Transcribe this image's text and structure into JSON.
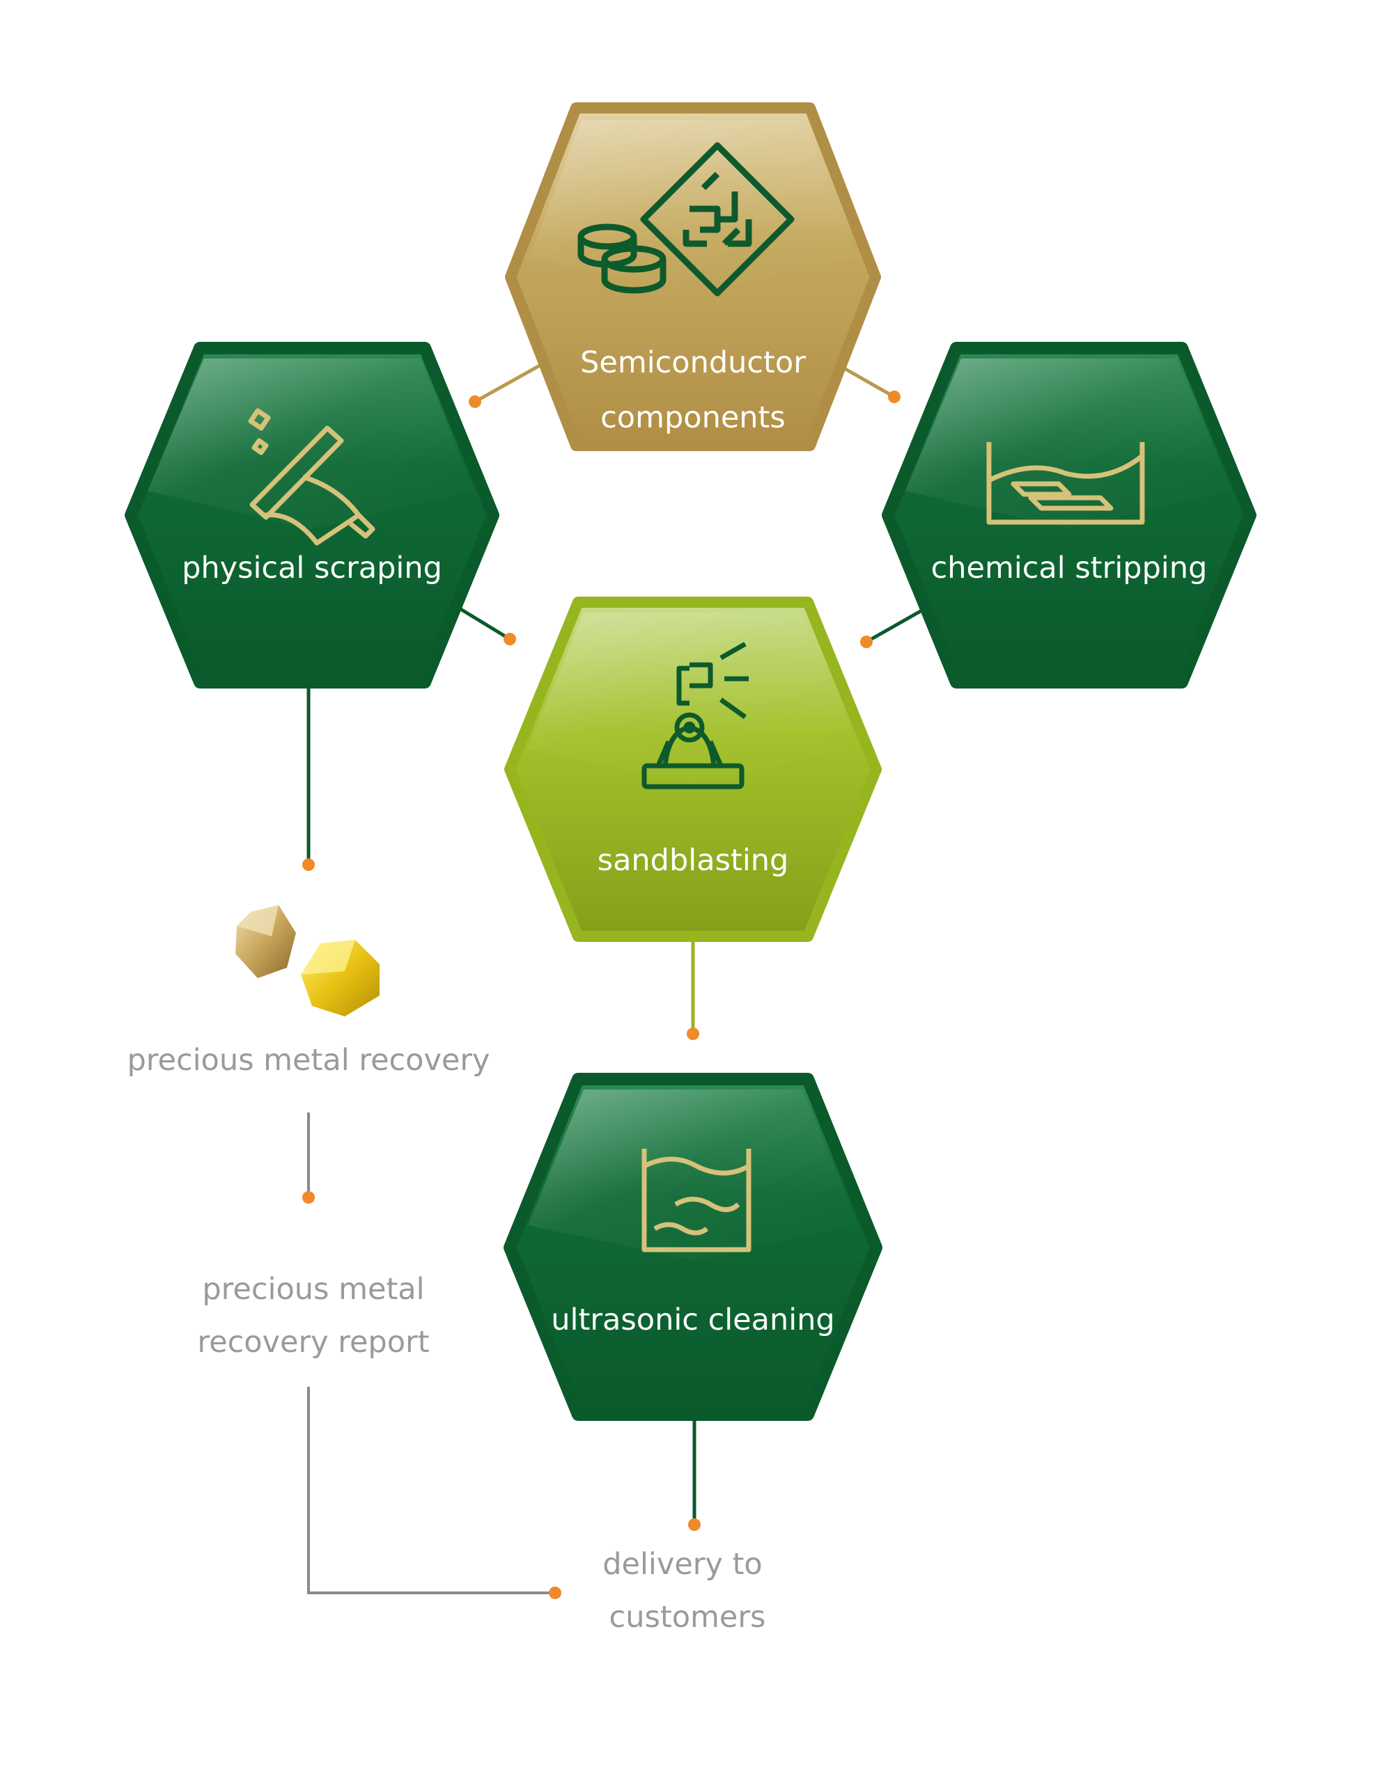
{
  "colors": {
    "dark_green": "#0b5a2c",
    "mid_green": "#137a3a",
    "gold": "#b9994d",
    "lime": "#96b51e",
    "orange_dot": "#ef8a2a",
    "icon_gold": "#d6c27a",
    "icon_green": "#0d5a2c",
    "connector_gray": "#8a8a8a",
    "text_gray": "#9a9a9a"
  },
  "nodes": {
    "semiconductor": {
      "line1": "Semiconductor",
      "line2": "components",
      "icon": "chip-and-coins-icon"
    },
    "physical_scraping": {
      "label": "physical scraping",
      "icon": "scraper-icon"
    },
    "chemical_stripping": {
      "label": "chemical stripping",
      "icon": "tank-with-plates-icon"
    },
    "sandblasting": {
      "label": "sandblasting",
      "icon": "sandblaster-icon"
    },
    "ultrasonic_cleaning": {
      "label": "ultrasonic cleaning",
      "icon": "ultrasonic-bath-icon"
    }
  },
  "outputs": {
    "precious_metal_recovery": {
      "label": "precious metal recovery",
      "icon": "gold-nuggets-icon"
    },
    "recovery_report": {
      "line1": "precious metal",
      "line2": "recovery report"
    },
    "delivery": {
      "line1": "delivery to",
      "line2": "customers"
    }
  }
}
